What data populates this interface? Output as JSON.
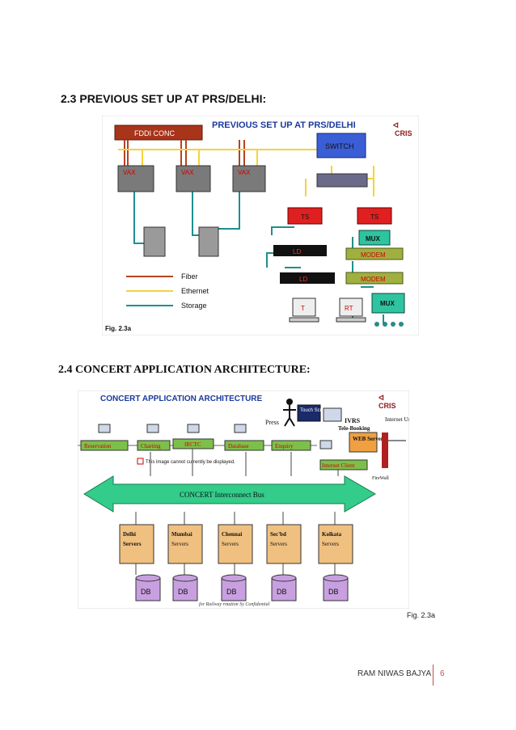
{
  "heading1": "2.3 PREVIOUS SET UP AT PRS/DELHI:",
  "heading2": "2.4 CONCERT APPLICATION ARCHITECTURE:",
  "fig1": {
    "title": "PREVIOUS SET UP AT PRS/DELHI",
    "logo_text": "CRIS",
    "fddi": "FDDI CONC",
    "vax_label": "VAX",
    "switch": "SWITCH",
    "ts1": "TS",
    "ts2": "TS",
    "mux1": "MUX",
    "mux2": "MUX",
    "modem1": "MODEM",
    "modem2": "MODEM",
    "ld1": "LD",
    "ld2": "LD",
    "t": "T",
    "rt": "RT",
    "legend": [
      "Fiber",
      "Ethernet",
      "Storage"
    ],
    "caption": "Fig. 2.3a",
    "colors": {
      "fiber": "#b5441f",
      "ethernet": "#f5d33a",
      "storage": "#1e8f8f"
    }
  },
  "fig2": {
    "title": "CONCERT APPLICATION ARCHITECTURE",
    "logo_text": "CRIS",
    "press": "Press",
    "touch_screen": "Touch Screen",
    "ivrs": "IVRS",
    "tele_booking": "Tele-Booking",
    "internet_users": "Internet Users",
    "web_server": "WEB Server",
    "internet_client": "Internet Client",
    "firewall": "FireWall",
    "apps": [
      "Reservation",
      "Charting",
      "IRCTC",
      "Database",
      "Enquiry"
    ],
    "broken_image": "This image cannot currently be displayed.",
    "bus": "CONCERT Interconnect Bus",
    "servers": [
      {
        "city": "Delhi",
        "label": "Servers"
      },
      {
        "city": "Mumbai",
        "label": "Servers"
      },
      {
        "city": "Chennai",
        "label": "Servers"
      },
      {
        "city": "Sec'bd",
        "label": "Servers"
      },
      {
        "city": "Kolkata",
        "label": "Servers"
      }
    ],
    "db": "DB",
    "footer_note": "for Railway  rmation Sy   Confidential",
    "caption": "Fig. 2.3a"
  },
  "footer": {
    "name": "RAM NIWAS BAJYA",
    "page": "6",
    "accent": "#c0504d"
  }
}
